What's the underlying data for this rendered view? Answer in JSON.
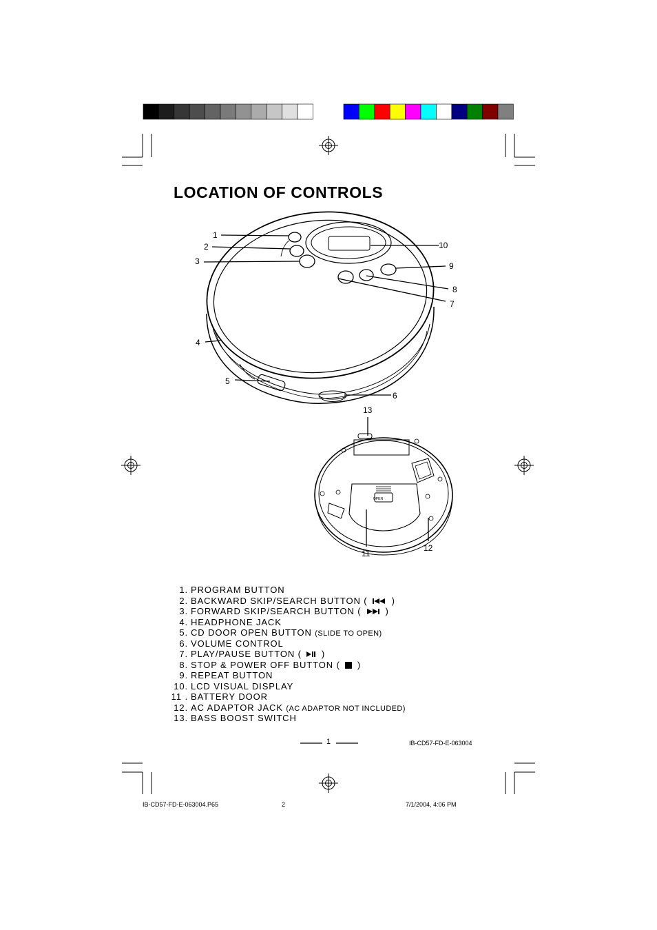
{
  "color_bar": {
    "gray_swatches": [
      "#000000",
      "#1c1c1c",
      "#363636",
      "#4d4d4d",
      "#636363",
      "#7a7a7a",
      "#929292",
      "#ababab",
      "#c6c6c6",
      "#e0e0e0",
      "#ffffff"
    ],
    "color_swatches": [
      "#0000ff",
      "#00ff00",
      "#ff0000",
      "#ffff00",
      "#ff00ff",
      "#00ffff",
      "#ffffff",
      "#000080",
      "#008000",
      "#800000",
      "#808080"
    ]
  },
  "title": "LOCATION OF CONTROLS",
  "callouts": {
    "c1": "1",
    "c2": "2",
    "c3": "3",
    "c4": "4",
    "c5": "5",
    "c6": "6",
    "c7": "7",
    "c8": "8",
    "c9": "9",
    "c10": "10",
    "c11": "11",
    "c12": "12",
    "c13": "13"
  },
  "open_label": "OPEN",
  "controls": [
    {
      "num": "1.",
      "label": "PROGRAM BUTTON",
      "icon": "",
      "after": "",
      "note": ""
    },
    {
      "num": "2.",
      "label": "BACKWARD SKIP/SEARCH BUTTON (",
      "icon": "skip-back-icon",
      "after": ")",
      "note": ""
    },
    {
      "num": "3.",
      "label": "FORWARD SKIP/SEARCH BUTTON (",
      "icon": "skip-forward-icon",
      "after": ")",
      "note": ""
    },
    {
      "num": "4.",
      "label": "HEADPHONE JACK",
      "icon": "",
      "after": "",
      "note": ""
    },
    {
      "num": "5.",
      "label": "CD DOOR OPEN BUTTON",
      "icon": "",
      "after": "",
      "note": "(SLIDE TO OPEN)"
    },
    {
      "num": "6.",
      "label": "VOLUME CONTROL",
      "icon": "",
      "after": "",
      "note": ""
    },
    {
      "num": "7.",
      "label": "PLAY/PAUSE BUTTON (",
      "icon": "play-pause-icon",
      "after": ")",
      "note": ""
    },
    {
      "num": "8.",
      "label": "STOP & POWER OFF BUTTON (",
      "icon": "stop-icon",
      "after": ")",
      "note": ""
    },
    {
      "num": "9.",
      "label": "REPEAT BUTTON",
      "icon": "",
      "after": "",
      "note": ""
    },
    {
      "num": "10.",
      "label": "LCD VISUAL DISPLAY",
      "icon": "",
      "after": "",
      "note": ""
    },
    {
      "num": "11 .",
      "label": "BATTERY DOOR",
      "icon": "",
      "after": "",
      "note": ""
    },
    {
      "num": "12.",
      "label": "AC ADAPTOR JACK",
      "icon": "",
      "after": "",
      "note": "(AC ADAPTOR NOT INCLUDED)"
    },
    {
      "num": "13.",
      "label": "BASS BOOST SWITCH",
      "icon": "",
      "after": "",
      "note": ""
    }
  ],
  "footer": {
    "page_number": "1",
    "doc_code": "IB-CD57-FD-E-063004",
    "file_name": "IB-CD57-FD-E-063004.P65",
    "sheet_number": "2",
    "timestamp": "7/1/2004, 4:06 PM"
  }
}
